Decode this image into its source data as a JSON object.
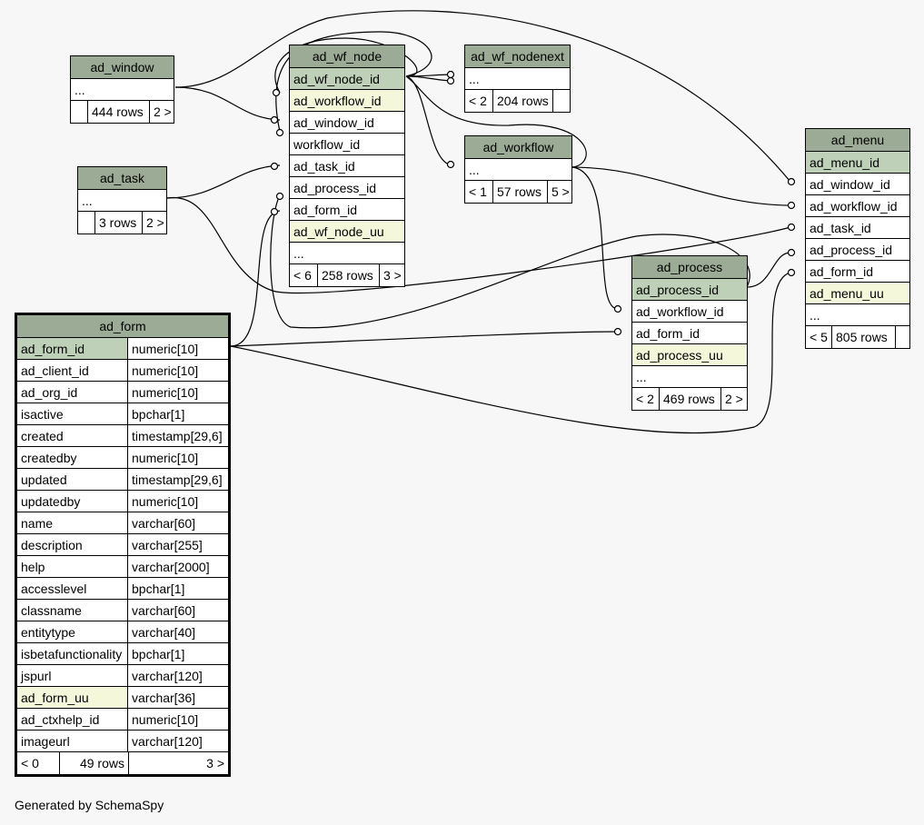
{
  "footer": "Generated by SchemaSpy",
  "tables": {
    "ad_window": {
      "name": "ad_window",
      "rows": [
        "..."
      ],
      "footer": [
        "",
        "444 rows",
        "2 >"
      ]
    },
    "ad_task": {
      "name": "ad_task",
      "rows": [
        "..."
      ],
      "footer": [
        "",
        "3 rows",
        "2 >"
      ]
    },
    "ad_wf_node": {
      "name": "ad_wf_node",
      "rows": [
        "ad_wf_node_id",
        "ad_workflow_id",
        "ad_window_id",
        "workflow_id",
        "ad_task_id",
        "ad_process_id",
        "ad_form_id",
        "ad_wf_node_uu",
        "..."
      ],
      "footer": [
        "< 6",
        "258 rows",
        "3 >"
      ]
    },
    "ad_wf_nodenext": {
      "name": "ad_wf_nodenext",
      "rows": [
        "..."
      ],
      "footer": [
        "< 2",
        "204 rows",
        ""
      ]
    },
    "ad_workflow": {
      "name": "ad_workflow",
      "rows": [
        "..."
      ],
      "footer": [
        "< 1",
        "57 rows",
        "5 >"
      ]
    },
    "ad_menu": {
      "name": "ad_menu",
      "rows": [
        "ad_menu_id",
        "ad_window_id",
        "ad_workflow_id",
        "ad_task_id",
        "ad_process_id",
        "ad_form_id",
        "ad_menu_uu",
        "..."
      ],
      "footer": [
        "< 5",
        "805 rows",
        ""
      ]
    },
    "ad_process": {
      "name": "ad_process",
      "rows": [
        "ad_process_id",
        "ad_workflow_id",
        "ad_form_id",
        "ad_process_uu",
        "..."
      ],
      "footer": [
        "< 2",
        "469 rows",
        "2 >"
      ]
    },
    "ad_form": {
      "name": "ad_form",
      "columns": [
        {
          "name": "ad_form_id",
          "type": "numeric[10]"
        },
        {
          "name": "ad_client_id",
          "type": "numeric[10]"
        },
        {
          "name": "ad_org_id",
          "type": "numeric[10]"
        },
        {
          "name": "isactive",
          "type": "bpchar[1]"
        },
        {
          "name": "created",
          "type": "timestamp[29,6]"
        },
        {
          "name": "createdby",
          "type": "numeric[10]"
        },
        {
          "name": "updated",
          "type": "timestamp[29,6]"
        },
        {
          "name": "updatedby",
          "type": "numeric[10]"
        },
        {
          "name": "name",
          "type": "varchar[60]"
        },
        {
          "name": "description",
          "type": "varchar[255]"
        },
        {
          "name": "help",
          "type": "varchar[2000]"
        },
        {
          "name": "accesslevel",
          "type": "bpchar[1]"
        },
        {
          "name": "classname",
          "type": "varchar[60]"
        },
        {
          "name": "entitytype",
          "type": "varchar[40]"
        },
        {
          "name": "isbetafunctionality",
          "type": "bpchar[1]"
        },
        {
          "name": "jspurl",
          "type": "varchar[120]"
        },
        {
          "name": "ad_form_uu",
          "type": "varchar[36]"
        },
        {
          "name": "ad_ctxhelp_id",
          "type": "numeric[10]"
        },
        {
          "name": "imageurl",
          "type": "varchar[120]"
        }
      ],
      "footer": [
        "< 0",
        "49 rows",
        "3 >"
      ]
    }
  },
  "colors": {
    "header": "#9cab96",
    "primary_key": "#bed1b8",
    "unique_key": "#f4f7da",
    "background": "#f7f7f7"
  }
}
